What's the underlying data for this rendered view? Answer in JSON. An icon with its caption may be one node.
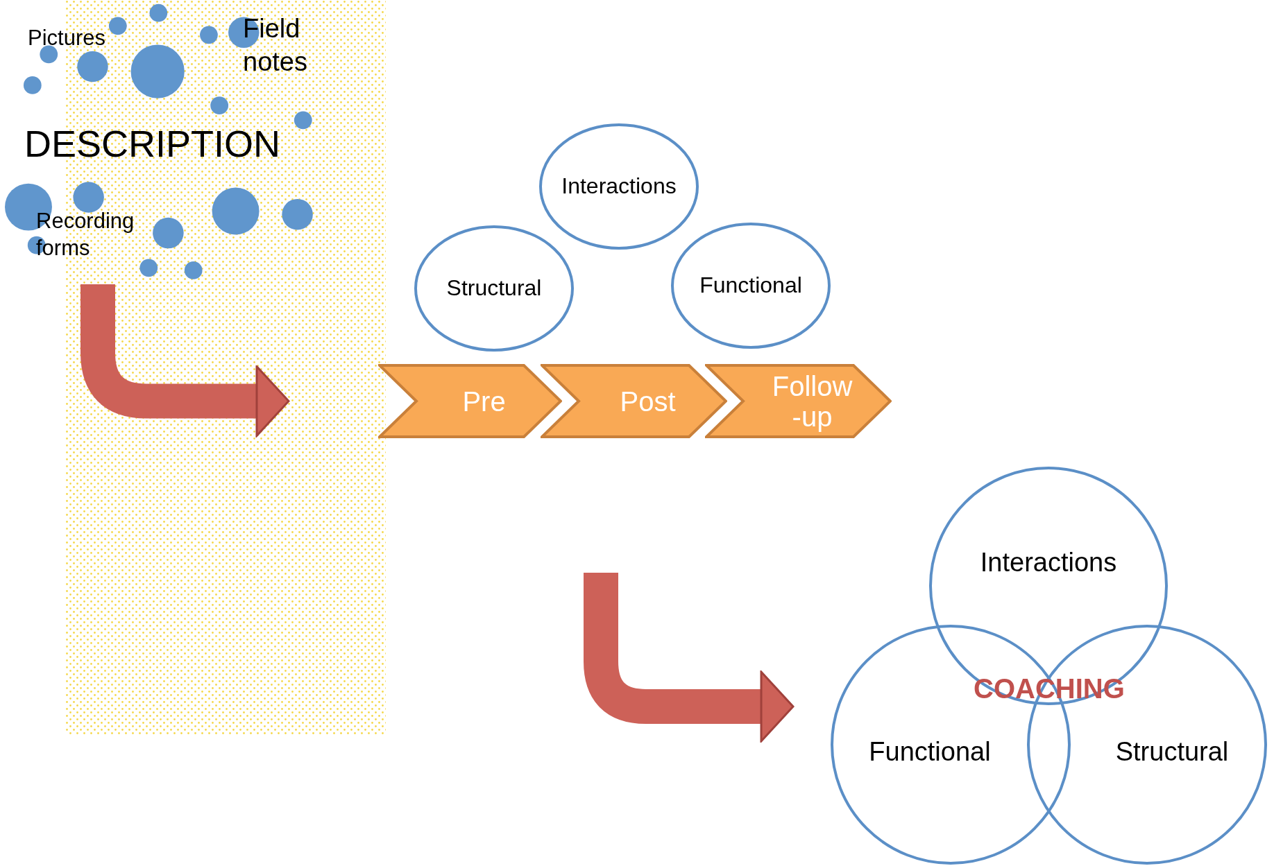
{
  "diagram": {
    "nodes": [
      {
        "text": [
          "DESCRIPTION"
        ]
      },
      {
        "text": [
          "Interactions"
        ]
      },
      {
        "text": [
          "Structural"
        ]
      },
      {
        "text": [
          "Functional"
        ]
      },
      {
        "text": [
          "Pre"
        ]
      },
      {
        "text": [
          "Post"
        ]
      },
      {
        "text": [
          "Follow -up"
        ]
      },
      {
        "text": [
          "Interactions"
        ]
      },
      {
        "text": [
          "Functional"
        ]
      },
      {
        "text": [
          "Structural"
        ]
      }
    ],
    "edges": [
      {
        "from": 0,
        "to": 4,
        "arrow": "to"
      },
      {
        "from": null,
        "to": 8,
        "arrow": "to"
      }
    ],
    "labels": [
      "Pictures",
      "Field notes",
      "Recording forms",
      "COACHING"
    ]
  }
}
